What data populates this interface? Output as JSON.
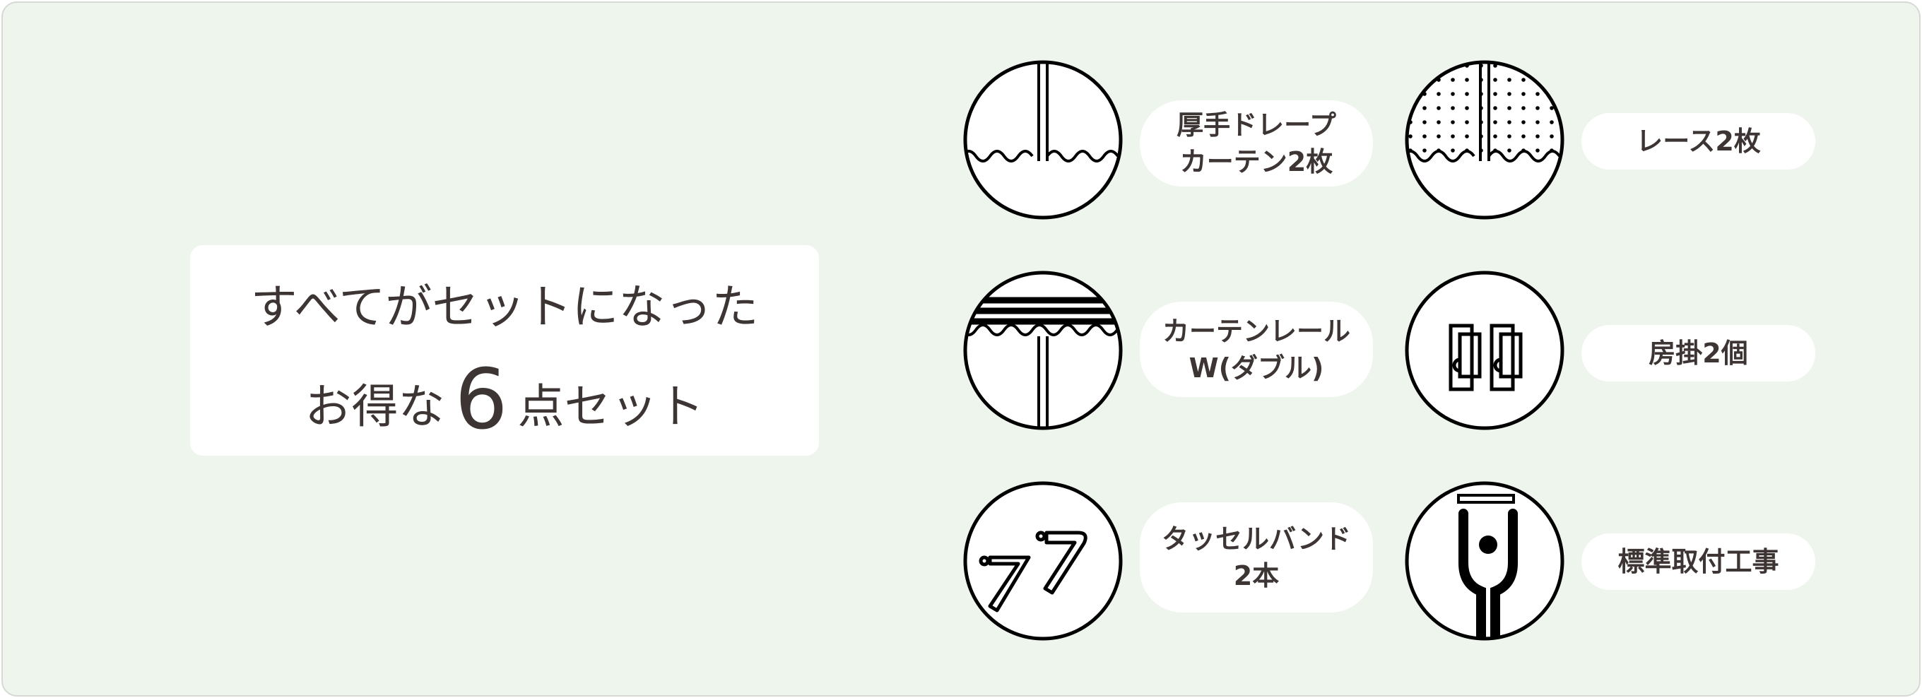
{
  "headline": {
    "line1": "すべてがセットになった",
    "line2_prefix": "お得な",
    "count": "6",
    "line2_suffix": "点セット"
  },
  "items": [
    {
      "icon": "drape-curtain-icon",
      "line1": "厚手ドレープ",
      "line2": "カーテン2枚"
    },
    {
      "icon": "lace-curtain-icon",
      "line1": "レース2枚",
      "line2": ""
    },
    {
      "icon": "curtain-rail-icon",
      "line1": "カーテンレール",
      "line2": "W(ダブル)"
    },
    {
      "icon": "tieback-hook-icon",
      "line1": "房掛2個",
      "line2": ""
    },
    {
      "icon": "tassel-band-icon",
      "line1": "タッセルバンド",
      "line2": "2本"
    },
    {
      "icon": "installation-icon",
      "line1": "標準取付工事",
      "line2": ""
    }
  ],
  "colors": {
    "background": "#eef5ec",
    "text": "#3d3533",
    "card": "#ffffff",
    "stroke": "#000000"
  }
}
